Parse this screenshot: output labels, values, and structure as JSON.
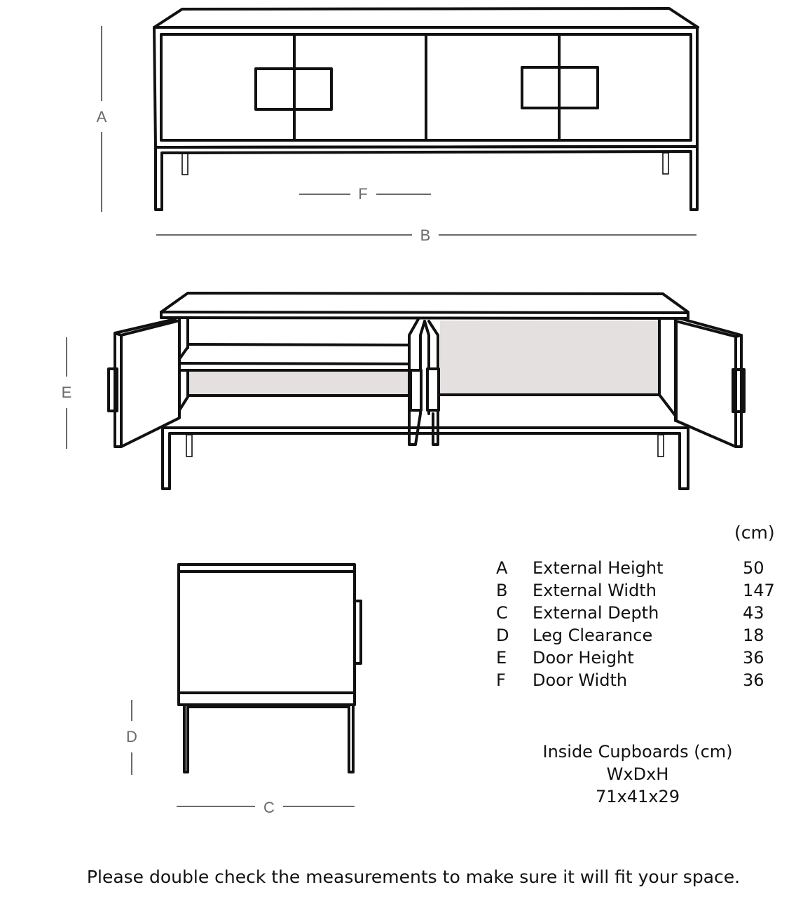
{
  "colors": {
    "line": "#111111",
    "dimension_line": "#6a6a6a",
    "back_panel": "#e3e0df",
    "background": "#ffffff"
  },
  "dimension_labels": {
    "A": "A",
    "B": "B",
    "C": "C",
    "D": "D",
    "E": "E",
    "F": "F"
  },
  "views": [
    {
      "name": "front-view-closed",
      "labels": [
        "A",
        "F",
        "B"
      ]
    },
    {
      "name": "front-view-doors-open",
      "labels": [
        "E"
      ]
    },
    {
      "name": "side-view",
      "labels": [
        "D",
        "C"
      ]
    }
  ],
  "specs": {
    "unit_header": "(cm)",
    "rows": [
      {
        "key": "A",
        "label": "External Height",
        "value": "50"
      },
      {
        "key": "B",
        "label": "External Width",
        "value": "147"
      },
      {
        "key": "C",
        "label": "External Depth",
        "value": "43"
      },
      {
        "key": "D",
        "label": "Leg Clearance",
        "value": "18"
      },
      {
        "key": "E",
        "label": "Door Height",
        "value": "36"
      },
      {
        "key": "F",
        "label": "Door Width",
        "value": "36"
      }
    ]
  },
  "inside_cupboards": {
    "title": "Inside Cupboards (cm)",
    "format": "WxDxH",
    "value": "71x41x29"
  },
  "footer_note": "Please double check the measurements to make sure it will fit your space."
}
